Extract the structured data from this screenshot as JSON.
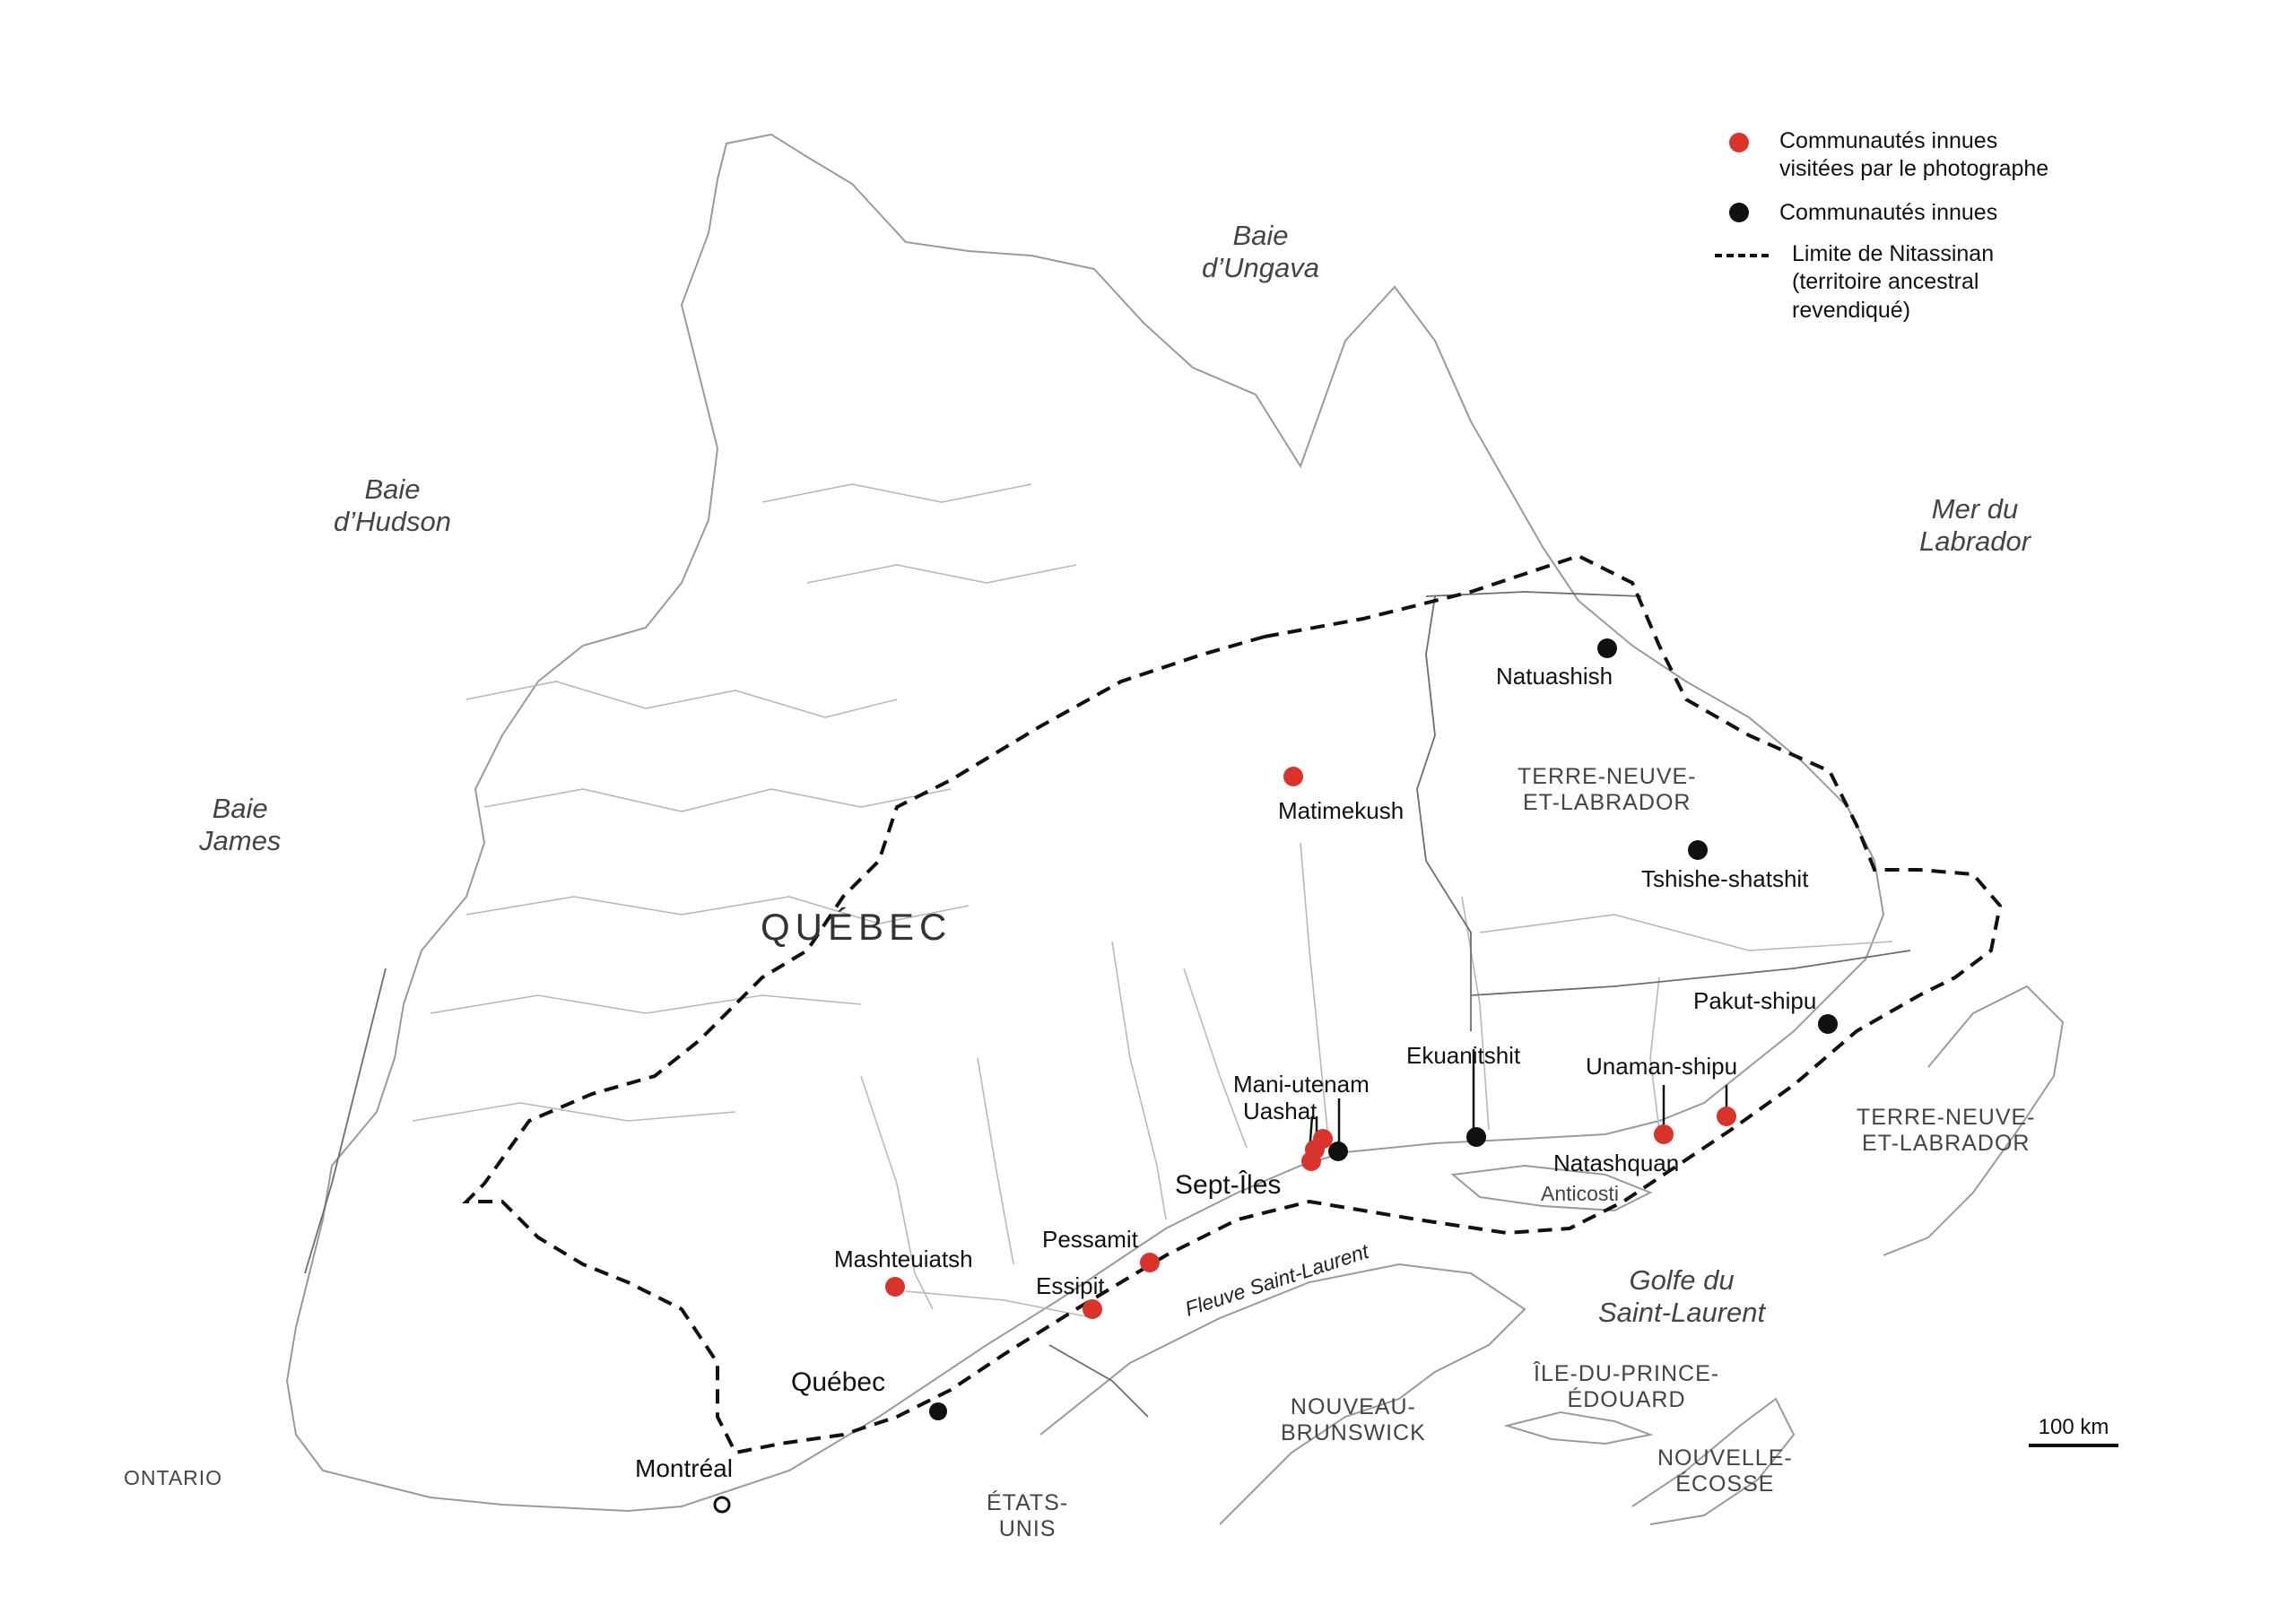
{
  "colors": {
    "visited": "#d9342b",
    "community": "#111111",
    "boundary": "#111111",
    "coast": "#9a9a9a"
  },
  "legend": {
    "visited_label": "Communautés innues visitées par le photographe",
    "visited_line1": "Communautés innues",
    "visited_line2": "visitées par le photographe",
    "community_label": "Communautés innues",
    "boundary_line1": "Limite de Nitassinan",
    "boundary_line2": "(territoire ancestral",
    "boundary_line3": "revendiqué)"
  },
  "water": {
    "baie_ungava_1": "Baie",
    "baie_ungava_2": "d’Ungava",
    "baie_hudson_1": "Baie",
    "baie_hudson_2": "d’Hudson",
    "baie_james_1": "Baie",
    "baie_james_2": "James",
    "mer_labrador_1": "Mer du",
    "mer_labrador_2": "Labrador",
    "golfe_1": "Golfe du",
    "golfe_2": "Saint-Laurent",
    "fleuve": "Fleuve Saint-Laurent",
    "anticosti": "Anticosti"
  },
  "regions": {
    "quebec": "QUÉBEC",
    "tnl_north_1": "TERRE-NEUVE-",
    "tnl_north_2": "ET-LABRADOR",
    "tnl_east_1": "TERRE-NEUVE-",
    "tnl_east_2": "ET-LABRADOR",
    "ontario": "ONTARIO",
    "usa_1": "ÉTATS-",
    "usa_2": "UNIS",
    "nb_1": "NOUVEAU-",
    "nb_2": "BRUNSWICK",
    "ipe_1": "ÎLE-DU-PRINCE-",
    "ipe_2": "ÉDOUARD",
    "ne_1": "NOUVELLE-",
    "ne_2": "ÉCOSSE"
  },
  "cities": {
    "quebec_city": "Québec",
    "montreal": "Montréal",
    "sept_iles": "Sept-Îles"
  },
  "communities": {
    "natuashish": "Natuashish",
    "matimekush": "Matimekush",
    "tshishe_shatshit": "Tshishe-shatshit",
    "pakut_shipu": "Pakut-shipu",
    "ekuanitshit": "Ekuanitshit",
    "mani_utenam": "Mani-utenam",
    "uashat": "Uashat",
    "unaman_shipu": "Unaman-shipu",
    "natashquan": "Natashquan",
    "pessamit": "Pessamit",
    "mashteuiatsh": "Mashteuiatsh",
    "essipit": "Essipit"
  },
  "scale": {
    "label": "100 km"
  }
}
